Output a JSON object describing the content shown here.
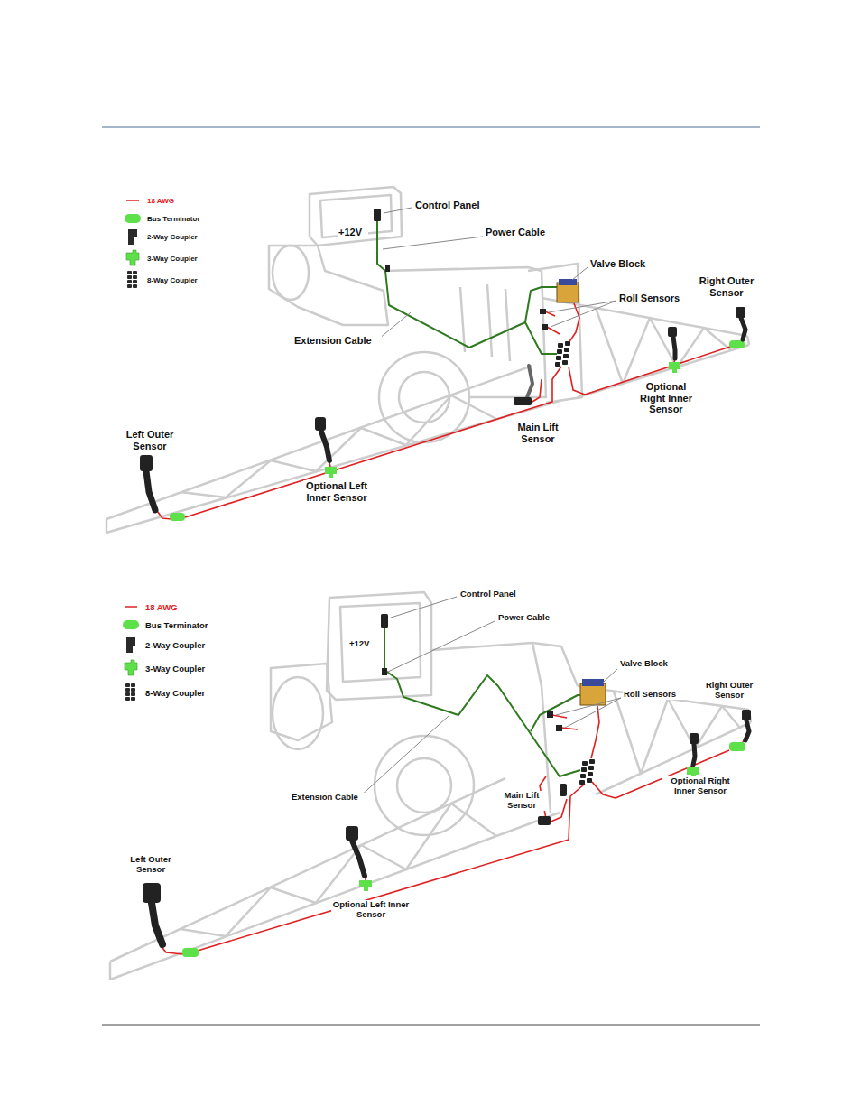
{
  "diagram": {
    "labels": [
      "Control Panel",
      "+12V",
      "Power Cable",
      "Valve Block",
      "Roll Sensors",
      "Right Outer Sensor",
      "Extension Cable",
      "Optional Right Inner Sensor",
      "Main Lift Sensor",
      "Left Outer Sensor",
      "Optional Left Inner Sensor",
      "Control Panel",
      "Power Cable",
      "+12V",
      "Valve Block",
      "Roll Sensors",
      "Right Outer Sensor",
      "Optional Right Inner Sensor",
      "Main Lift Sensor",
      "Extension Cable",
      "Left Outer Sensor",
      "Optional Left Inner Sensor"
    ],
    "legend": [
      {
        "text": "18 AWG"
      },
      {
        "text": "Bus Terminator"
      },
      {
        "text": "2-Way Coupler"
      },
      {
        "text": "3-Way Coupler"
      },
      {
        "text": "8-Way Coupler"
      },
      {
        "text": "18 AWG"
      },
      {
        "text": "Bus Terminator"
      },
      {
        "text": "2-Way Coupler"
      },
      {
        "text": "3-Way Coupler"
      },
      {
        "text": "8-Way Coupler"
      }
    ]
  }
}
